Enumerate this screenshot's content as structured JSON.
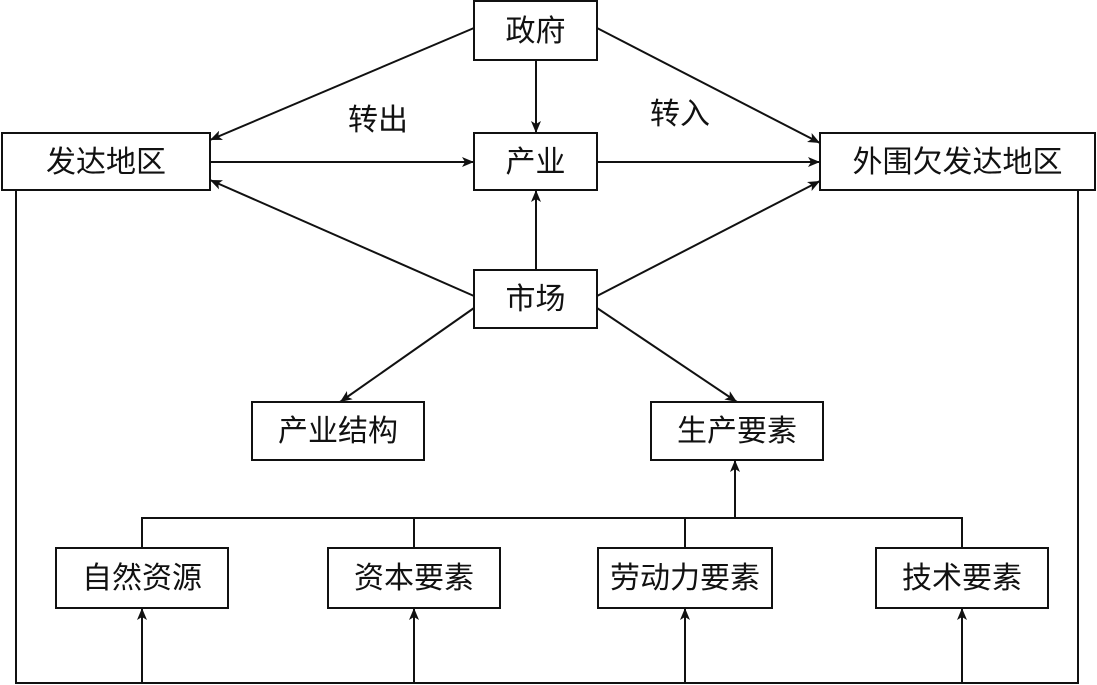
{
  "nodes": {
    "government": "政府",
    "developed": "发达地区",
    "industry": "产业",
    "periphery": "外围欠发达地区",
    "market": "市场",
    "industry_structure": "产业结构",
    "production_factors": "生产要素",
    "natural_resources": "自然资源",
    "capital": "资本要素",
    "labor": "劳动力要素",
    "technology": "技术要素"
  },
  "labels": {
    "transfer_out": "转出",
    "transfer_in": "转入"
  }
}
